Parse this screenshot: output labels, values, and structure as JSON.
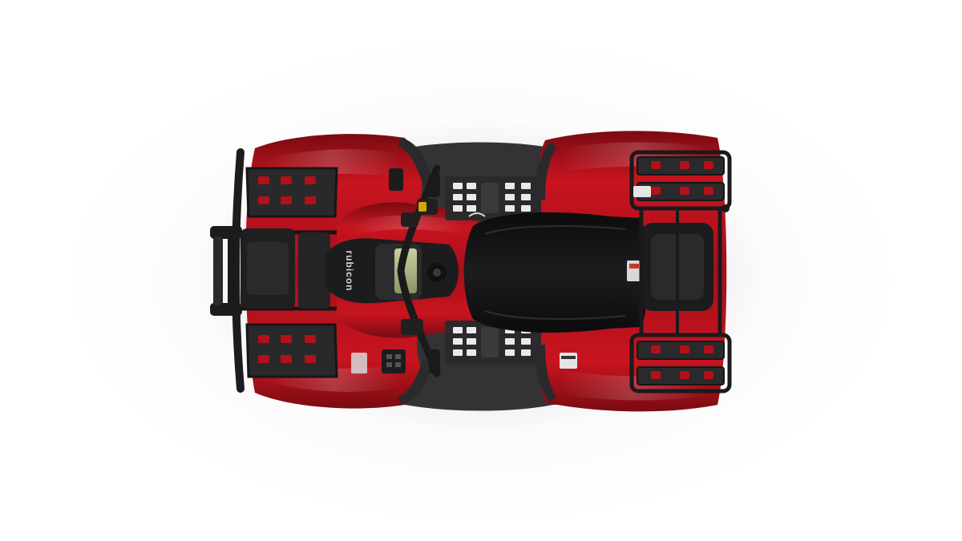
{
  "image": {
    "subject": "ATV",
    "view": "top",
    "body_color": "#b3101a",
    "body_color_dark": "#6d0a10",
    "trim_color": "#1c1c1e",
    "rack_color": "#202022",
    "background_color": "#ffffff"
  },
  "cluster": {
    "brand_text": "rubicon"
  }
}
